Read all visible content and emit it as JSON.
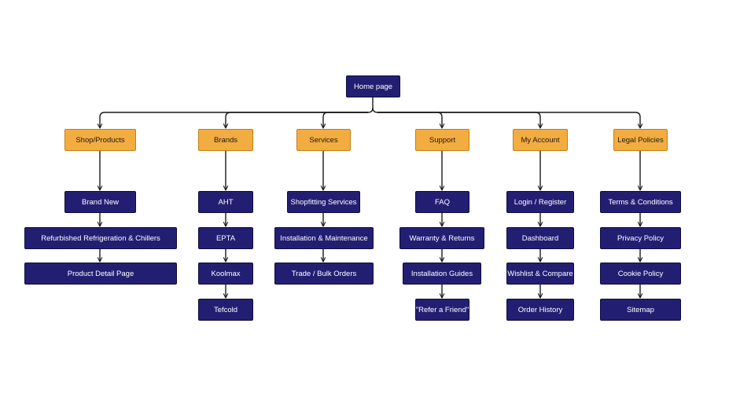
{
  "diagram": {
    "root": {
      "label": "Home page"
    },
    "categories": [
      {
        "label": "Shop/Products",
        "children": [
          "Brand New",
          "Refurbished Refrigeration & Chillers",
          "Product Detail Page"
        ]
      },
      {
        "label": "Brands",
        "children": [
          "AHT",
          "EPTA",
          "Koolmax",
          "Tefcold"
        ]
      },
      {
        "label": "Services",
        "children": [
          "Shopfitting Services",
          "Installation & Maintenance",
          "Trade / Bulk Orders"
        ]
      },
      {
        "label": "Support",
        "children": [
          "FAQ",
          "Warranty & Returns",
          "Installation Guides",
          "\"Refer a Friend\""
        ]
      },
      {
        "label": "My Account",
        "children": [
          "Login / Register",
          "Dashboard",
          "Wishlist & Compare",
          "Order History"
        ]
      },
      {
        "label": "Legal Policies",
        "children": [
          "Terms & Conditions",
          "Privacy Policy",
          "Cookie Policy",
          "Sitemap"
        ]
      }
    ]
  },
  "colors": {
    "node_dark": "#221f73",
    "node_accent": "#f3ac3f",
    "connector": "#1a1a1a"
  }
}
